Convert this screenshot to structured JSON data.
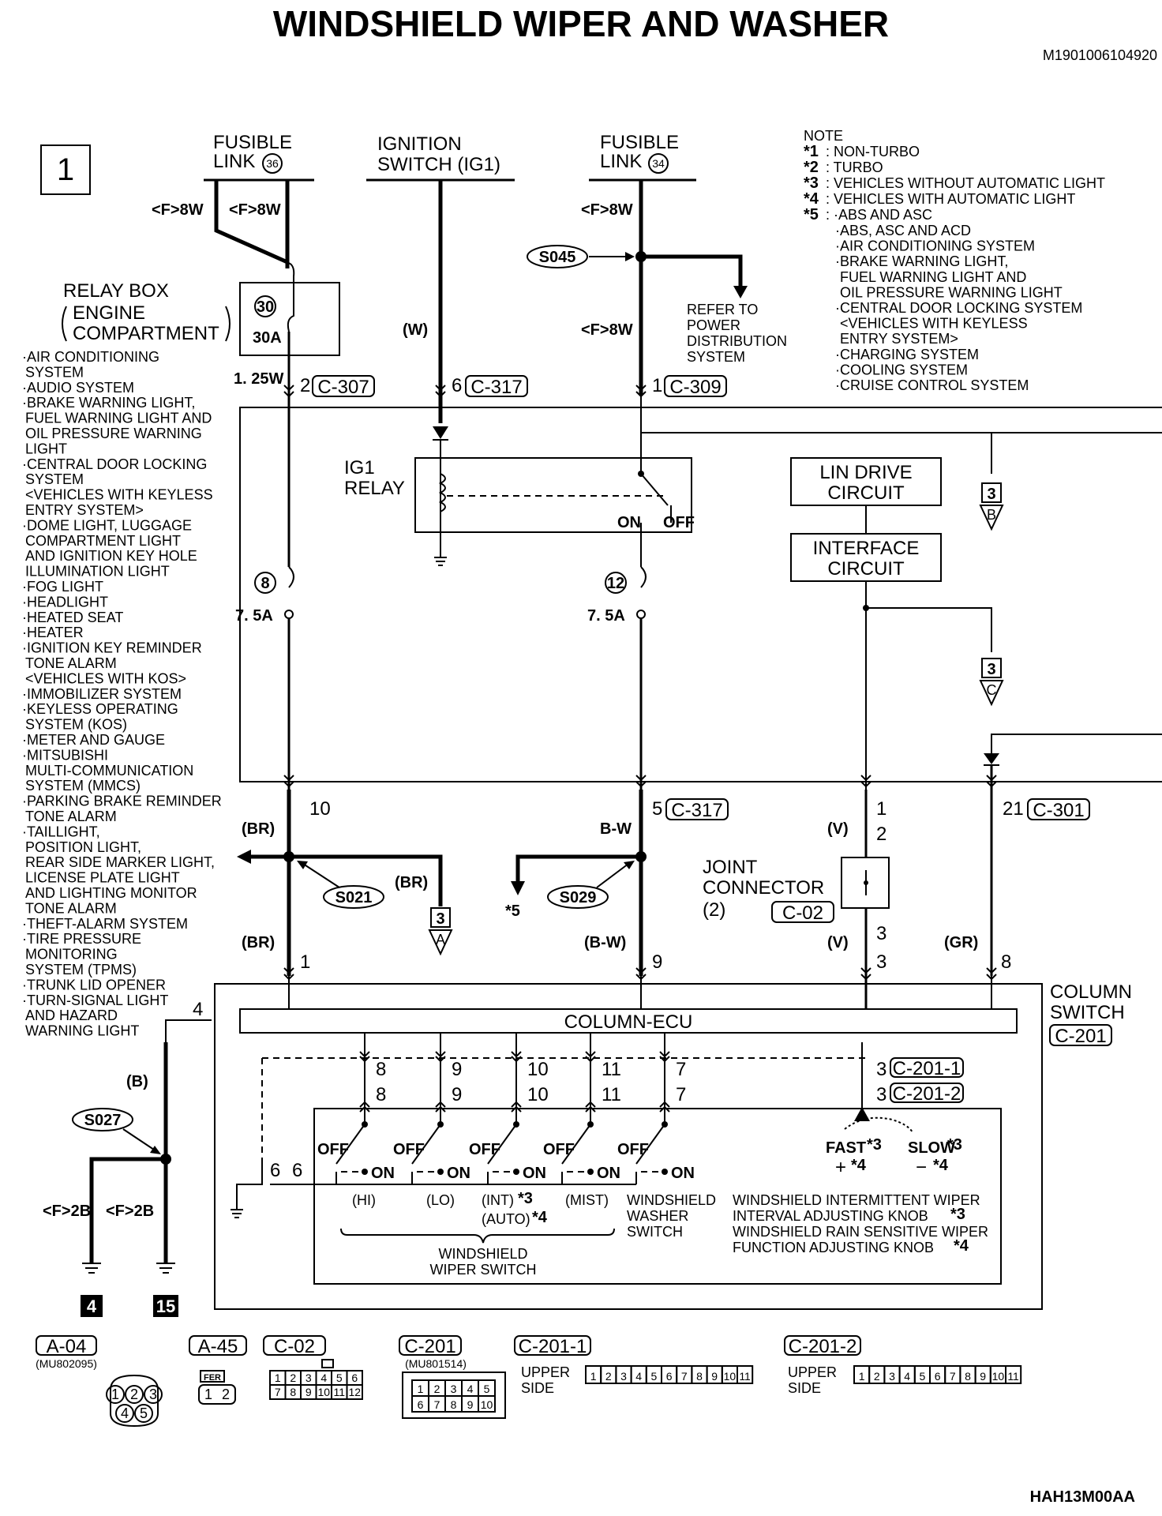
{
  "title": "WINDSHIELD WIPER AND WASHER",
  "doc_code": "M1901006104920",
  "footer_code": "HAH13M00AA",
  "page_number": "1",
  "power_sources": [
    {
      "line1": "FUSIBLE",
      "line2": "LINK",
      "num": "36"
    },
    {
      "line1": "IGNITION",
      "line2": "SWITCH (IG1)"
    },
    {
      "line1": "FUSIBLE",
      "line2": "LINK",
      "num": "34"
    }
  ],
  "notes": {
    "heading": "NOTE",
    "items": [
      {
        "mark": "*1",
        "text": ": NON-TURBO"
      },
      {
        "mark": "*2",
        "text": ": TURBO"
      },
      {
        "mark": "*3",
        "text": ": VEHICLES WITHOUT AUTOMATIC LIGHT"
      },
      {
        "mark": "*4",
        "text": ": VEHICLES WITH AUTOMATIC LIGHT"
      },
      {
        "mark": "*5",
        "text": ": ·ABS AND ASC"
      }
    ],
    "star5_systems": [
      "·ABS, ASC AND ACD",
      "·AIR CONDITIONING SYSTEM",
      "·BRAKE WARNING LIGHT,",
      "FUEL WARNING LIGHT AND",
      "OIL PRESSURE WARNING LIGHT",
      "·CENTRAL DOOR LOCKING SYSTEM",
      "<VEHICLES WITH KEYLESS",
      "ENTRY SYSTEM>",
      "·CHARGING SYSTEM",
      "·COOLING SYSTEM",
      "·CRUISE CONTROL SYSTEM"
    ]
  },
  "left_systems": [
    "·AIR CONDITIONING",
    "SYSTEM",
    "·AUDIO SYSTEM",
    "·BRAKE WARNING LIGHT,",
    "FUEL WARNING LIGHT AND",
    "OIL PRESSURE WARNING",
    "LIGHT",
    "·CENTRAL DOOR LOCKING",
    "SYSTEM",
    "<VEHICLES WITH KEYLESS",
    "ENTRY SYSTEM>",
    "·DOME LIGHT, LUGGAGE",
    "COMPARTMENT LIGHT",
    "AND IGNITION KEY HOLE",
    "ILLUMINATION LIGHT",
    "·FOG LIGHT",
    "·HEADLIGHT",
    "·HEATED SEAT",
    "·HEATER",
    "·IGNITION KEY REMINDER",
    "TONE ALARM",
    "<VEHICLES WITH KOS>",
    "·IMMOBILIZER SYSTEM",
    "·KEYLESS OPERATING",
    "SYSTEM (KOS)",
    "·METER AND GAUGE",
    "·MITSUBISHI",
    "MULTI-COMMUNICATION",
    "SYSTEM (MMCS)",
    "·PARKING BRAKE REMINDER",
    "TONE ALARM",
    "·TAILLIGHT,",
    "POSITION LIGHT,",
    "REAR SIDE MARKER LIGHT,",
    "LICENSE PLATE LIGHT",
    "AND LIGHTING MONITOR",
    "TONE ALARM",
    "·THEFT-ALARM SYSTEM",
    "·TIRE PRESSURE",
    "MONITORING",
    "SYSTEM (TPMS)",
    "·TRUNK LID OPENER",
    "·TURN-SIGNAL LIGHT",
    "AND HAZARD",
    "WARNING LIGHT"
  ],
  "relay_box": {
    "line1": "RELAY BOX",
    "line2": "ENGINE",
    "line3": "COMPARTMENT",
    "fuse_num": "30",
    "fuse_amp": "30A"
  },
  "wire_labels": {
    "f8w_a": "<F>8W",
    "f8w_b": "<F>8W",
    "f8w_c": "<F>8W",
    "f8w_d": "<F>8W",
    "w125": "1. 25W",
    "w": "(W)",
    "br1": "(BR)",
    "br2": "(BR)",
    "br3": "(BR)",
    "bw1": "B-W",
    "bw2": "(B-W)",
    "v1": "(V)",
    "v2": "(V)",
    "gr": "(GR)",
    "b": "(B)",
    "f2b_a": "<F>2B",
    "f2b_b": "<F>2B"
  },
  "connectors": {
    "c307": {
      "pin": "2",
      "name": "C-307"
    },
    "c317a": {
      "pin": "6",
      "name": "C-317"
    },
    "c309": {
      "pin": "1",
      "name": "C-309"
    },
    "c317b": {
      "pin": "5",
      "name": "C-317"
    },
    "c301": {
      "pin": "21",
      "name": "C-301"
    },
    "c02": {
      "name": "C-02"
    },
    "c201": {
      "name": "C-201"
    },
    "c2011": {
      "name": "C-201-1"
    },
    "c2012": {
      "name": "C-201-2"
    }
  },
  "pins": {
    "p10": "10",
    "p1v": "1",
    "p2v": "2",
    "p3v": "3",
    "p3v2": "3",
    "p1": "1",
    "p9": "9",
    "p8": "8",
    "p4": "4",
    "p6a": "6",
    "p6b": "6",
    "sw_top": [
      "8",
      "9",
      "10",
      "11",
      "7"
    ],
    "sw_bot": [
      "8",
      "9",
      "10",
      "11",
      "7"
    ],
    "knob_top": "3",
    "knob_bot": "3"
  },
  "splices": {
    "s045": "S045",
    "s021": "S021",
    "s029": "S029",
    "s027": "S027"
  },
  "refer": [
    "REFER TO",
    "POWER",
    "DISTRIBUTION",
    "SYSTEM"
  ],
  "ig1_relay": {
    "line1": "IG1",
    "line2": "RELAY",
    "on": "ON",
    "off": "OFF"
  },
  "fuses": [
    {
      "num": "8",
      "amp": "7. 5A"
    },
    {
      "num": "12",
      "amp": "7. 5A"
    }
  ],
  "blocks": {
    "lin1": "LIN DRIVE",
    "lin2": "CIRCUIT",
    "if1": "INTERFACE",
    "if2": "CIRCUIT"
  },
  "page_refs": [
    {
      "page": "3",
      "letter": "B"
    },
    {
      "page": "3",
      "letter": "C"
    },
    {
      "page": "3",
      "letter": "A"
    }
  ],
  "star5": "*5",
  "joint_connector": {
    "line1": "JOINT",
    "line2": "CONNECTOR",
    "line3": "(2)"
  },
  "column_switch": {
    "line1": "COLUMN",
    "line2": "SWITCH",
    "ecu": "COLUMN-ECU"
  },
  "switches": {
    "off": "OFF",
    "on": "ON",
    "modes": [
      "(HI)",
      "(LO)",
      "(INT)",
      "(MIST)"
    ],
    "int_mark": "*3",
    "auto": "(AUTO)",
    "auto_mark": "*4",
    "washer": [
      "WINDSHIELD",
      "WASHER",
      "SWITCH"
    ],
    "wiper": [
      "WINDSHIELD",
      "WIPER SWITCH"
    ],
    "fast": "FAST",
    "slow": "SLOW",
    "fast_mark": "*3",
    "slow_mark": "*3",
    "plus": "+",
    "minus": "−",
    "plus_mark": "*4",
    "minus_mark": "*4",
    "knob1": "WINDSHIELD INTERMITTENT WIPER",
    "knob2": "INTERVAL ADJUSTING KNOB",
    "knob2_mark": "*3",
    "knob3": "WINDSHIELD RAIN SENSITIVE WIPER",
    "knob4": "FUNCTION ADJUSTING KNOB",
    "knob4_mark": "*4"
  },
  "grounds": [
    {
      "num": "4"
    },
    {
      "num": "15"
    }
  ],
  "connector_views": {
    "a04": {
      "name": "A-04",
      "part": "(MU802095)",
      "pins": [
        "1",
        "2",
        "3",
        "4",
        "5"
      ]
    },
    "a45": {
      "name": "A-45",
      "tag": "FER",
      "pins": [
        "1",
        "2"
      ]
    },
    "c02": {
      "name": "C-02",
      "pins": [
        "1",
        "2",
        "3",
        "4",
        "5",
        "6",
        "7",
        "8",
        "9",
        "10",
        "11",
        "12"
      ]
    },
    "c201": {
      "name": "C-201",
      "part": "(MU801514)",
      "pins": [
        "1",
        "2",
        "3",
        "4",
        "5",
        "6",
        "7",
        "8",
        "9",
        "10"
      ]
    },
    "c2011": {
      "name": "C-201-1",
      "side1": "UPPER",
      "side2": "SIDE",
      "pins": [
        "1",
        "2",
        "3",
        "4",
        "5",
        "6",
        "7",
        "8",
        "9",
        "10",
        "11"
      ]
    },
    "c2012": {
      "name": "C-201-2",
      "side1": "UPPER",
      "side2": "SIDE",
      "pins": [
        "1",
        "2",
        "3",
        "4",
        "5",
        "6",
        "7",
        "8",
        "9",
        "10",
        "11"
      ]
    }
  }
}
